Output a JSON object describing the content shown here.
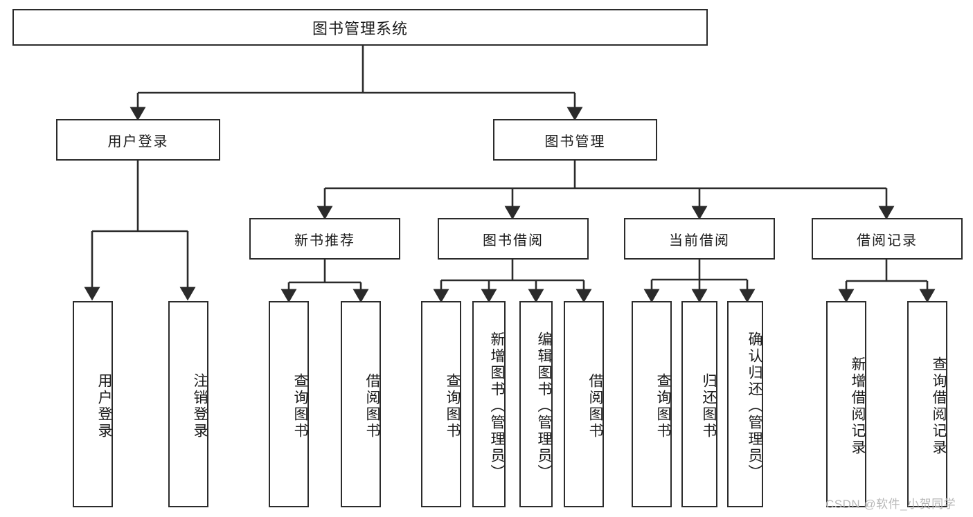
{
  "diagram": {
    "title": "图书管理系统",
    "root": {
      "label": "图书管理系统"
    },
    "level2": [
      {
        "label": "用户登录"
      },
      {
        "label": "图书管理"
      }
    ],
    "level3": [
      {
        "label": "新书推荐"
      },
      {
        "label": "图书借阅"
      },
      {
        "label": "当前借阅"
      },
      {
        "label": "借阅记录"
      }
    ],
    "leaves": {
      "user_login": [
        {
          "label": "用户登录"
        },
        {
          "label": "注销登录"
        }
      ],
      "new_book_recommend": [
        {
          "label": "查询图书"
        },
        {
          "label": "借阅图书"
        }
      ],
      "book_borrow": [
        {
          "label": "查询图书"
        },
        {
          "label": "新增图书（管理员）"
        },
        {
          "label": "编辑图书（管理员）"
        },
        {
          "label": "借阅图书"
        }
      ],
      "current_borrow": [
        {
          "label": "查询图书"
        },
        {
          "label": "归还图书"
        },
        {
          "label": "确认归还（管理员）"
        }
      ],
      "borrow_record": [
        {
          "label": "新增借阅记录"
        },
        {
          "label": "查询借阅记录"
        }
      ]
    },
    "watermark": "CSDN @软件_小贺同学",
    "colors": {
      "stroke": "#2b2b2b",
      "fill": "#ffffff",
      "text": "#1a1a1a",
      "watermark": "#b8b8b8"
    }
  }
}
